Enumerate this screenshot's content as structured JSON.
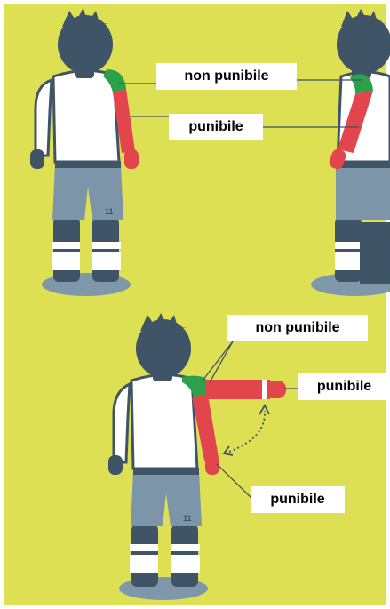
{
  "labels": {
    "top_non_punibile": "non punibile",
    "top_punibile": "punibile",
    "bottom_non_punibile": "non punibile",
    "bottom_punibile_arm": "punibile",
    "bottom_punibile_side": "punibile"
  },
  "jersey_number": "11",
  "colors": {
    "background": "#dce052",
    "skin_hair": "#3f5467",
    "shirt": "#ffffff",
    "shorts": "#7d95a9",
    "sock_band": "#ffffff",
    "non_punishable_zone": "#2aa14a",
    "punishable_zone": "#e2454b",
    "shadow": "#7f97aa"
  }
}
